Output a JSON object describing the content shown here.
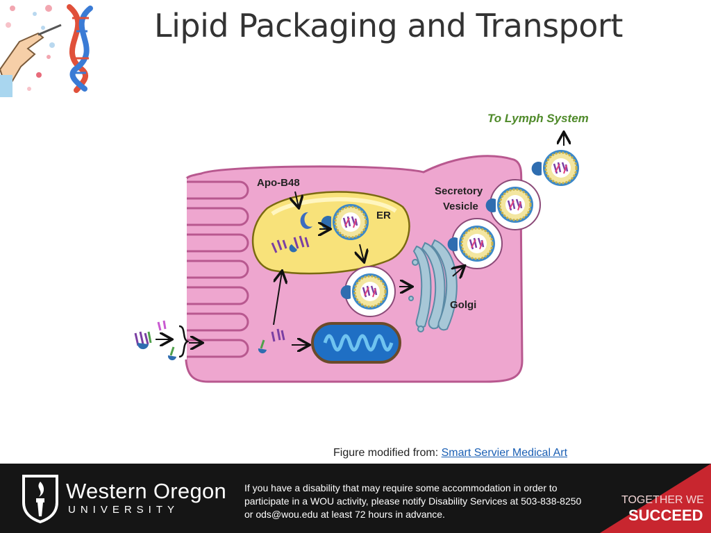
{
  "slide": {
    "title": "Lipid Packaging and Transport"
  },
  "diagram": {
    "labels": {
      "apo": "Apo-B48",
      "er": "ER",
      "secretory_line1": "Secretory",
      "secretory_line2": "Vesicle",
      "golgi": "Golgi",
      "lymph": "To Lymph System"
    }
  },
  "credit": {
    "prefix": "Figure modified from:",
    "link_text": "Smart Servier Medical Art"
  },
  "footer": {
    "org_name": "Western Oregon",
    "org_sub": "UNIVERSITY",
    "notice": "If you have a disability that may require some accommodation in order to participate in a WOU activity, please notify Disability Services at 503-838-8250 or ods@wou.edu at least 72 hours in advance.",
    "tagline1": "TOGETHER WE",
    "tagline2": "SUCCEED"
  },
  "colors": {
    "cell": "#eea6cf",
    "er": "#f8e27a",
    "golgi": "#a7c7d7",
    "mito": "#1f6fc4",
    "lymph": "#4f8a2a",
    "brand_red": "#c8262f"
  }
}
